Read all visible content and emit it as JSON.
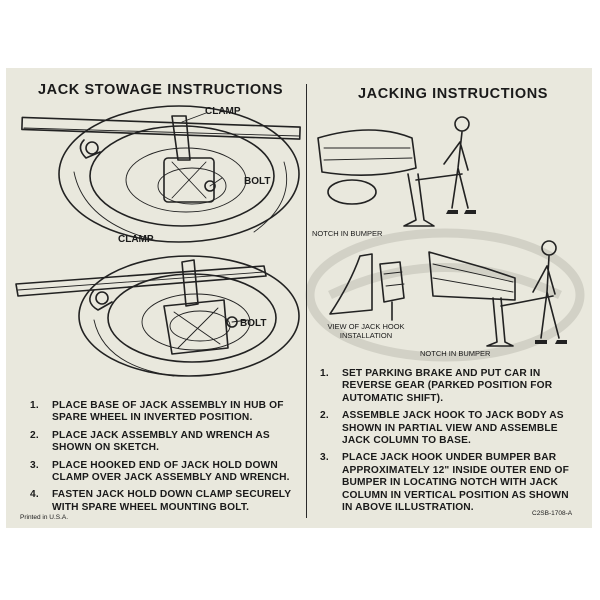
{
  "stowage": {
    "title": "JACK STOWAGE INSTRUCTIONS",
    "callouts": {
      "clamp_top": "CLAMP",
      "bolt_top": "BOLT",
      "clamp_bottom": "CLAMP",
      "bolt_bottom": "BOLT"
    },
    "steps": [
      {
        "num": "1.",
        "text": "PLACE BASE OF JACK ASSEMBLY IN HUB OF SPARE WHEEL IN INVERTED POSITION."
      },
      {
        "num": "2.",
        "text": "PLACE JACK ASSEMBLY AND WRENCH AS SHOWN ON SKETCH."
      },
      {
        "num": "3.",
        "text": "PLACE HOOKED END OF JACK HOLD DOWN CLAMP OVER JACK ASSEMBLY AND WRENCH."
      },
      {
        "num": "4.",
        "text": "FASTEN JACK HOLD DOWN CLAMP SECURELY WITH SPARE WHEEL MOUNTING BOLT."
      }
    ]
  },
  "jacking": {
    "title": "JACKING  INSTRUCTIONS",
    "callouts": {
      "notch_top": "NOTCH IN BUMPER",
      "view_label": "VIEW OF JACK HOOK INSTALLATION",
      "notch_bottom": "NOTCH IN BUMPER"
    },
    "steps": [
      {
        "num": "1.",
        "text": "SET PARKING BRAKE AND PUT CAR IN REVERSE GEAR (PARKED POSITION FOR AUTOMATIC SHIFT)."
      },
      {
        "num": "2.",
        "text": "ASSEMBLE JACK HOOK TO JACK BODY AS SHOWN IN PARTIAL VIEW AND ASSEMBLE JACK COLUMN TO BASE."
      },
      {
        "num": "3.",
        "text": "PLACE JACK HOOK UNDER BUMPER BAR APPROXIMATELY 12\" INSIDE OUTER END OF BUMPER IN LOCATING NOTCH WITH JACK COLUMN IN VERTICAL POSITION AS SHOWN IN ABOVE ILLUSTRATION."
      }
    ]
  },
  "footer": {
    "left": "Printed in U.S.A.",
    "right": "C2SB-1708-A"
  }
}
